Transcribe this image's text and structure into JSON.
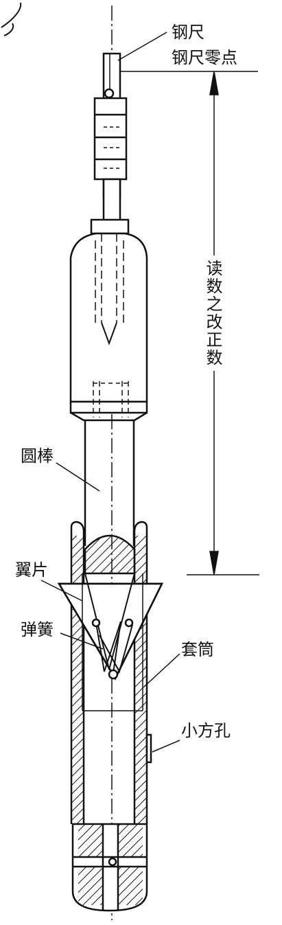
{
  "labels": {
    "steel_ruler": "钢尺",
    "ruler_zero": "钢尺零点",
    "reading_correction": "读数之改正数",
    "round_rod": "圆棒",
    "wing": "翼片",
    "spring": "弹簧",
    "sleeve": "套筒",
    "square_hole": "小方孔"
  }
}
